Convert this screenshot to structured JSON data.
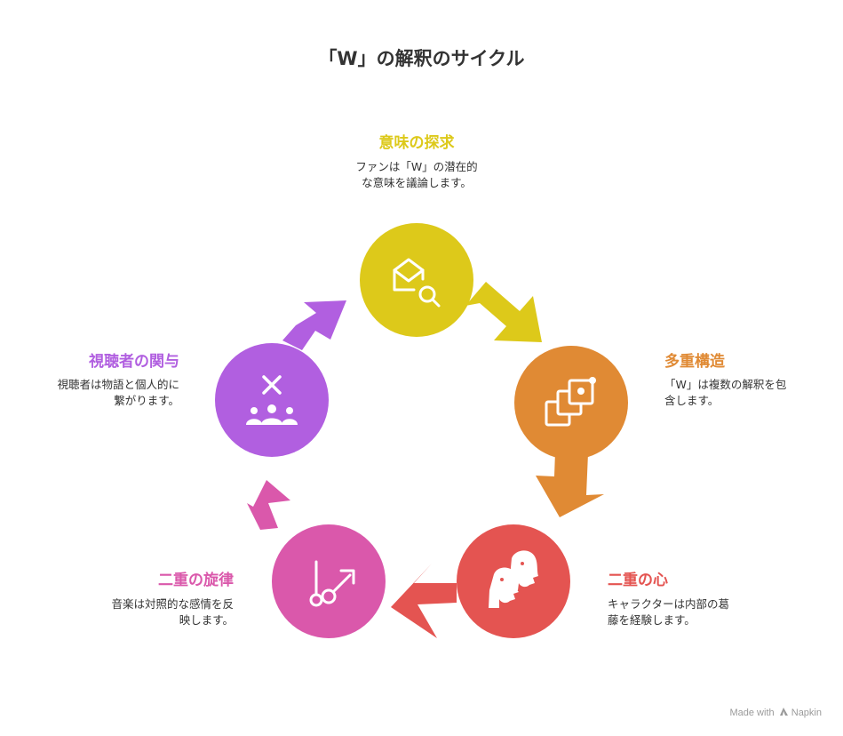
{
  "title": "「W」の解釈のサイクル",
  "colors": {
    "yellow": "#DDC91A",
    "orange": "#E08A34",
    "red": "#E45451",
    "pink": "#DA58AB",
    "purple": "#B15FE0"
  },
  "stages": [
    {
      "title": "意味の探求",
      "desc_lines": [
        "ファンは「W」の潜在的",
        "な意味を議論します。"
      ],
      "icon": "envelope-search-icon"
    },
    {
      "title": "多重構造",
      "desc_lines": [
        "「W」は複数の解釈を包",
        "含します。"
      ],
      "icon": "layered-squares-icon"
    },
    {
      "title": "二重の心",
      "desc_lines": [
        "キャラクターは内部の葛",
        "藤を経験します。"
      ],
      "icon": "two-faces-icon"
    },
    {
      "title": "二重の旋律",
      "desc_lines": [
        "音楽は対照的な感情を反",
        "映します。"
      ],
      "icon": "gender-symbols-icon"
    },
    {
      "title": "視聴者の関与",
      "desc_lines": [
        "視聴者は物語と個人的に",
        "繋がります。"
      ],
      "icon": "audience-icon"
    }
  ],
  "footer": {
    "made_with": "Made with",
    "brand": "Napkin"
  }
}
